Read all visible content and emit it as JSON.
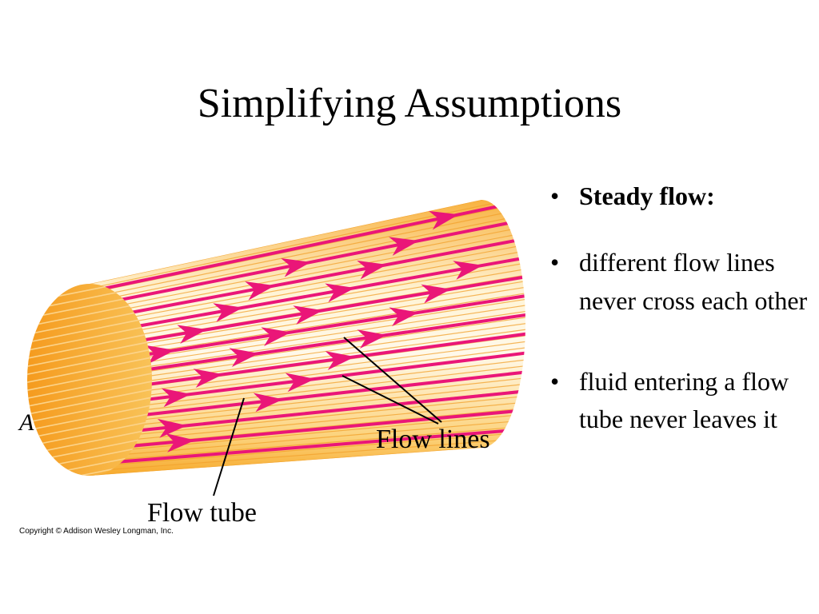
{
  "slide": {
    "title": "Simplifying Assumptions",
    "bullets": [
      "Steady flow:",
      "different flow lines never cross each other",
      "fluid entering a flow tube never leaves it"
    ]
  },
  "figure": {
    "area_label": "A",
    "flow_lines_label": "Flow lines",
    "flow_tube_label": "Flow tube",
    "copyright": "Copyright © Addison Wesley Longman, Inc."
  },
  "colors": {
    "tube": "#fde3a3",
    "tube_edge": "#f6a722",
    "end_cap": "#f7a22b",
    "flow_line": "#ea1678"
  }
}
